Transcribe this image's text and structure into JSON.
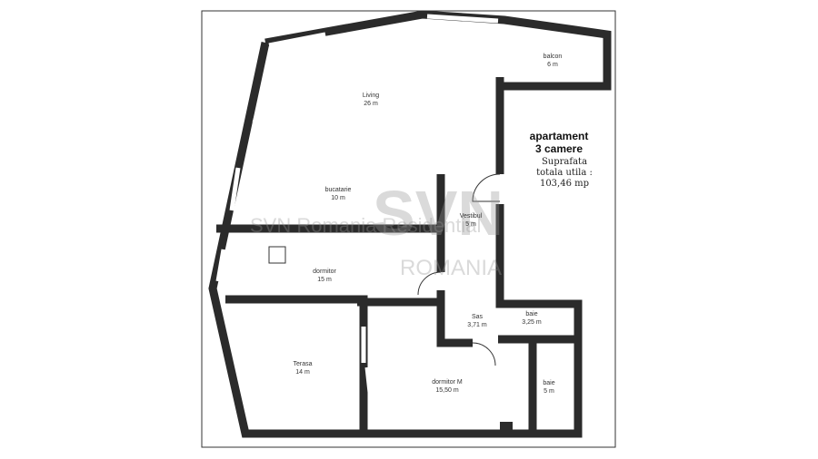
{
  "plan": {
    "title_line1": "apartament",
    "title_line2": "3 camere",
    "area_line1": "Suprafata",
    "area_line2": "totala utila :",
    "area_value": "103,46 mp"
  },
  "rooms": [
    {
      "name": "Living",
      "area": "26 m"
    },
    {
      "name": "bucatarie",
      "area": "10 m"
    },
    {
      "name": "Vestibul",
      "area": "5 m"
    },
    {
      "name": "dormitor",
      "area": "15 m"
    },
    {
      "name": "Sas",
      "area": "3,71 m"
    },
    {
      "name": "baie",
      "area": "3,25 m"
    },
    {
      "name": "Terasa",
      "area": "14 m"
    },
    {
      "name": "dormitor M",
      "area": "15,50 m"
    },
    {
      "name": "baie",
      "area": "5 m"
    },
    {
      "name": "balcon",
      "area": "6 m"
    }
  ],
  "watermark": {
    "text": "SVN Romania Residential",
    "logo": "SVN",
    "logo_sub": "ROMANIA"
  },
  "colors": {
    "wall": "#2b2b2b"
  }
}
